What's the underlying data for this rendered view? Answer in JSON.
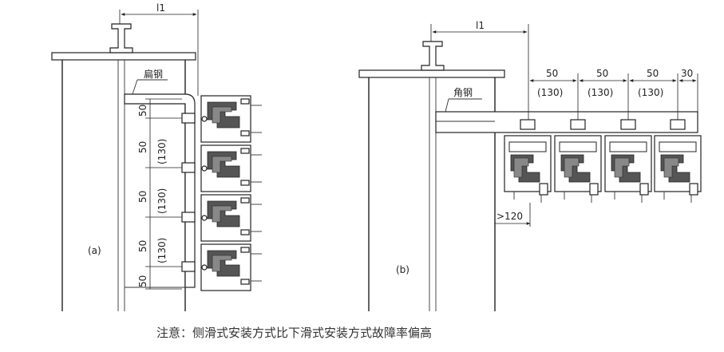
{
  "diagram_a": {
    "tag": "(a)",
    "top_dim": "l1",
    "steel_label": "扁钢",
    "vertical_dims": [
      "50",
      "50",
      "(130)",
      "50",
      "(130)",
      "50",
      "(130)",
      "50"
    ]
  },
  "diagram_b": {
    "tag": "(b)",
    "top_dim": "l1",
    "steel_label": "角钢",
    "dims_top": [
      "50",
      "50",
      "50",
      "30"
    ],
    "dims_bottom": [
      "(130)",
      "(130)",
      "(130)"
    ],
    "clearance": ">120"
  },
  "note": "注意：侧滑式安装方式比下滑式安装方式故障率偏高"
}
